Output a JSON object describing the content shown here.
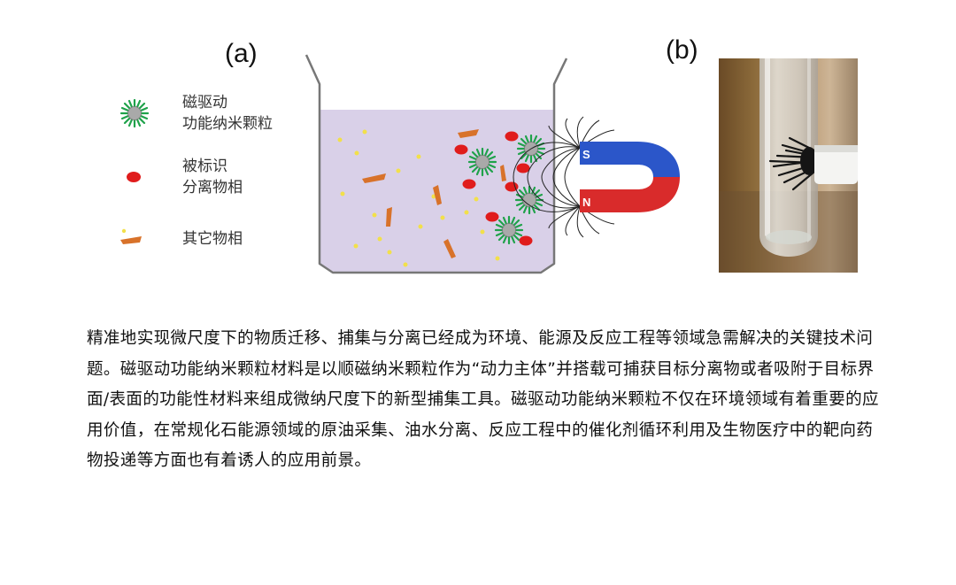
{
  "figure": {
    "label_a": "(a)",
    "label_b": "(b)",
    "legend": [
      {
        "icon": "magnetic-nanoparticle-icon",
        "lines": [
          "磁驱动",
          "功能纳米颗粒"
        ]
      },
      {
        "icon": "red-labeled-particle-icon",
        "lines": [
          "被标识",
          "分离物相"
        ]
      },
      {
        "icon": "other-phase-icon",
        "lines": [
          "其它物相"
        ]
      }
    ],
    "magnet": {
      "north": "N",
      "south": "S",
      "north_color": "#d92b2b",
      "south_color": "#2b56c9"
    },
    "colors": {
      "liquid": "#d9d0e8",
      "nanoparticle": "#1fa24a",
      "particle_core": "#a9a9a9",
      "labeled": "#e01c1c",
      "other_orange": "#d8722a",
      "other_yellow": "#f2e04a"
    }
  },
  "paragraph": "精准地实现微尺度下的物质迁移、捕集与分离已经成为环境、能源及反应工程等领域急需解决的关键技术问题。磁驱动功能纳米颗粒材料是以顺磁纳米颗粒作为“动力主体”并搭载可捕获目标分离物或者吸附于目标界面/表面的功能性材料来组成微纳尺度下的新型捕集工具。磁驱动功能纳米颗粒不仅在环境领域有着重要的应用价值，在常规化石能源领域的原油采集、油水分离、反应工程中的催化剂循环利用及生物医疗中的靶向药物投递等方面也有着诱人的应用前景。"
}
